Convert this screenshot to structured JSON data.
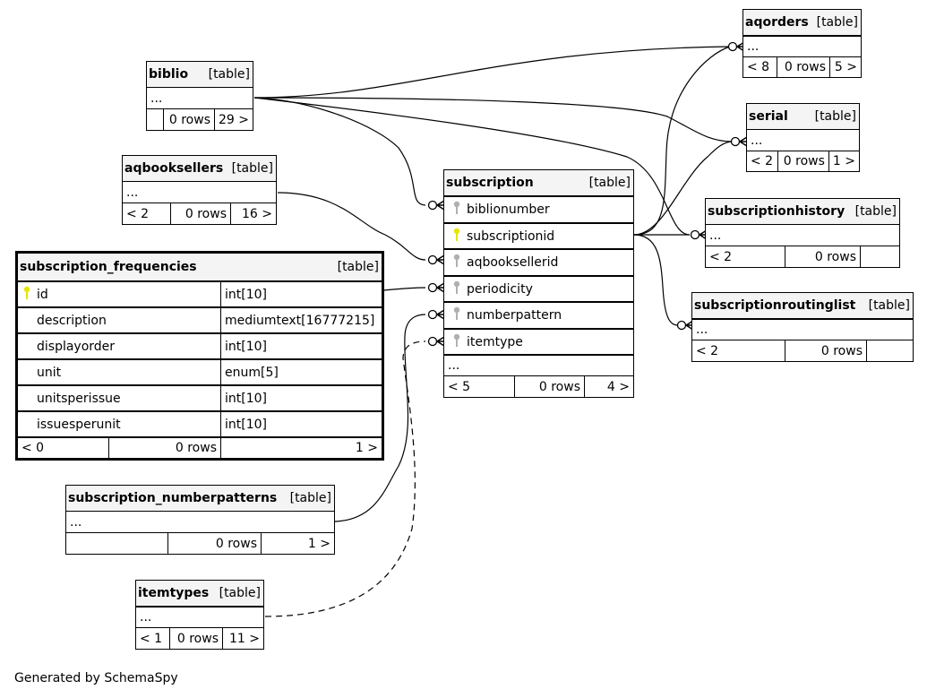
{
  "footer": "Generated by SchemaSpy",
  "colors": {
    "primary_key": "#e6e600",
    "foreign_key": "#b0b0b0",
    "header_bg": "#f4f4f4"
  },
  "tables": {
    "biblio": {
      "name": "biblio",
      "kind": "[table]",
      "ellipsis": "...",
      "parents": "",
      "rows": "0 rows",
      "children": "29 >"
    },
    "aqbooksellers": {
      "name": "aqbooksellers",
      "kind": "[table]",
      "ellipsis": "...",
      "parents": "< 2",
      "rows": "0 rows",
      "children": "16 >"
    },
    "subscription_frequencies": {
      "name": "subscription_frequencies",
      "kind": "[table]",
      "columns": [
        {
          "name": "id",
          "type": "int[10]",
          "key": "primary"
        },
        {
          "name": "description",
          "type": "mediumtext[16777215]",
          "key": ""
        },
        {
          "name": "displayorder",
          "type": "int[10]",
          "key": ""
        },
        {
          "name": "unit",
          "type": "enum[5]",
          "key": ""
        },
        {
          "name": "unitsperissue",
          "type": "int[10]",
          "key": ""
        },
        {
          "name": "issuesperunit",
          "type": "int[10]",
          "key": ""
        }
      ],
      "parents": "< 0",
      "rows": "0 rows",
      "children": "1 >"
    },
    "subscription_numberpatterns": {
      "name": "subscription_numberpatterns",
      "kind": "[table]",
      "ellipsis": "...",
      "parents": "",
      "rows": "0 rows",
      "children": "1 >"
    },
    "itemtypes": {
      "name": "itemtypes",
      "kind": "[table]",
      "ellipsis": "...",
      "parents": "< 1",
      "rows": "0 rows",
      "children": "11 >"
    },
    "subscription": {
      "name": "subscription",
      "kind": "[table]",
      "columns": [
        {
          "name": "biblionumber",
          "key": "foreign"
        },
        {
          "name": "subscriptionid",
          "key": "primary"
        },
        {
          "name": "aqbooksellerid",
          "key": "foreign"
        },
        {
          "name": "periodicity",
          "key": "foreign"
        },
        {
          "name": "numberpattern",
          "key": "foreign"
        },
        {
          "name": "itemtype",
          "key": "foreign"
        }
      ],
      "ellipsis": "...",
      "parents": "< 5",
      "rows": "0 rows",
      "children": "4 >"
    },
    "aqorders": {
      "name": "aqorders",
      "kind": "[table]",
      "ellipsis": "...",
      "parents": "< 8",
      "rows": "0 rows",
      "children": "5 >"
    },
    "serial": {
      "name": "serial",
      "kind": "[table]",
      "ellipsis": "...",
      "parents": "< 2",
      "rows": "0 rows",
      "children": "1 >"
    },
    "subscriptionhistory": {
      "name": "subscriptionhistory",
      "kind": "[table]",
      "ellipsis": "...",
      "parents": "< 2",
      "rows": "0 rows",
      "children": ""
    },
    "subscriptionroutinglist": {
      "name": "subscriptionroutinglist",
      "kind": "[table]",
      "ellipsis": "...",
      "parents": "< 2",
      "rows": "0 rows",
      "children": ""
    }
  }
}
